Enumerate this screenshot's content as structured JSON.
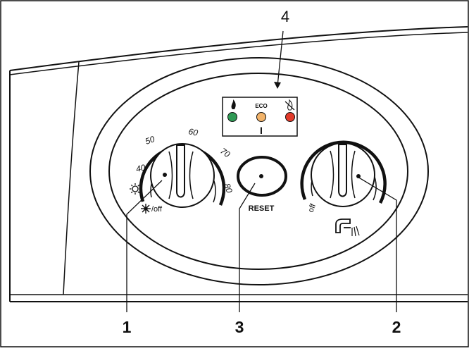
{
  "callouts": {
    "panel_selector_1": "1",
    "reset_button_3": "3",
    "dhw_selector_2": "2",
    "led_display_4": "4"
  },
  "heating_dial": {
    "scale_marks": [
      "40",
      "50",
      "60",
      "70",
      "80"
    ],
    "mode_icon": "radiator-sun-icon",
    "off_label": "/off",
    "sun_icon": "sun-icon"
  },
  "reset_button": {
    "label": "RESET"
  },
  "dhw_dial": {
    "off_label": "off",
    "tap_icon": "tap-icon"
  },
  "led_panel": {
    "eco_label": "ECO",
    "indicator_bar": "I",
    "leds": [
      {
        "name": "green-led",
        "icon": "flame-icon",
        "color": "#2f9a55"
      },
      {
        "name": "amber-led",
        "icon": "eco-icon",
        "color": "#f2b36a"
      },
      {
        "name": "red-led",
        "icon": "crossed-flame-icon",
        "color": "#e23a2a"
      }
    ]
  },
  "colors": {
    "stroke": "#111111",
    "panel_bg": "#ffffff"
  }
}
